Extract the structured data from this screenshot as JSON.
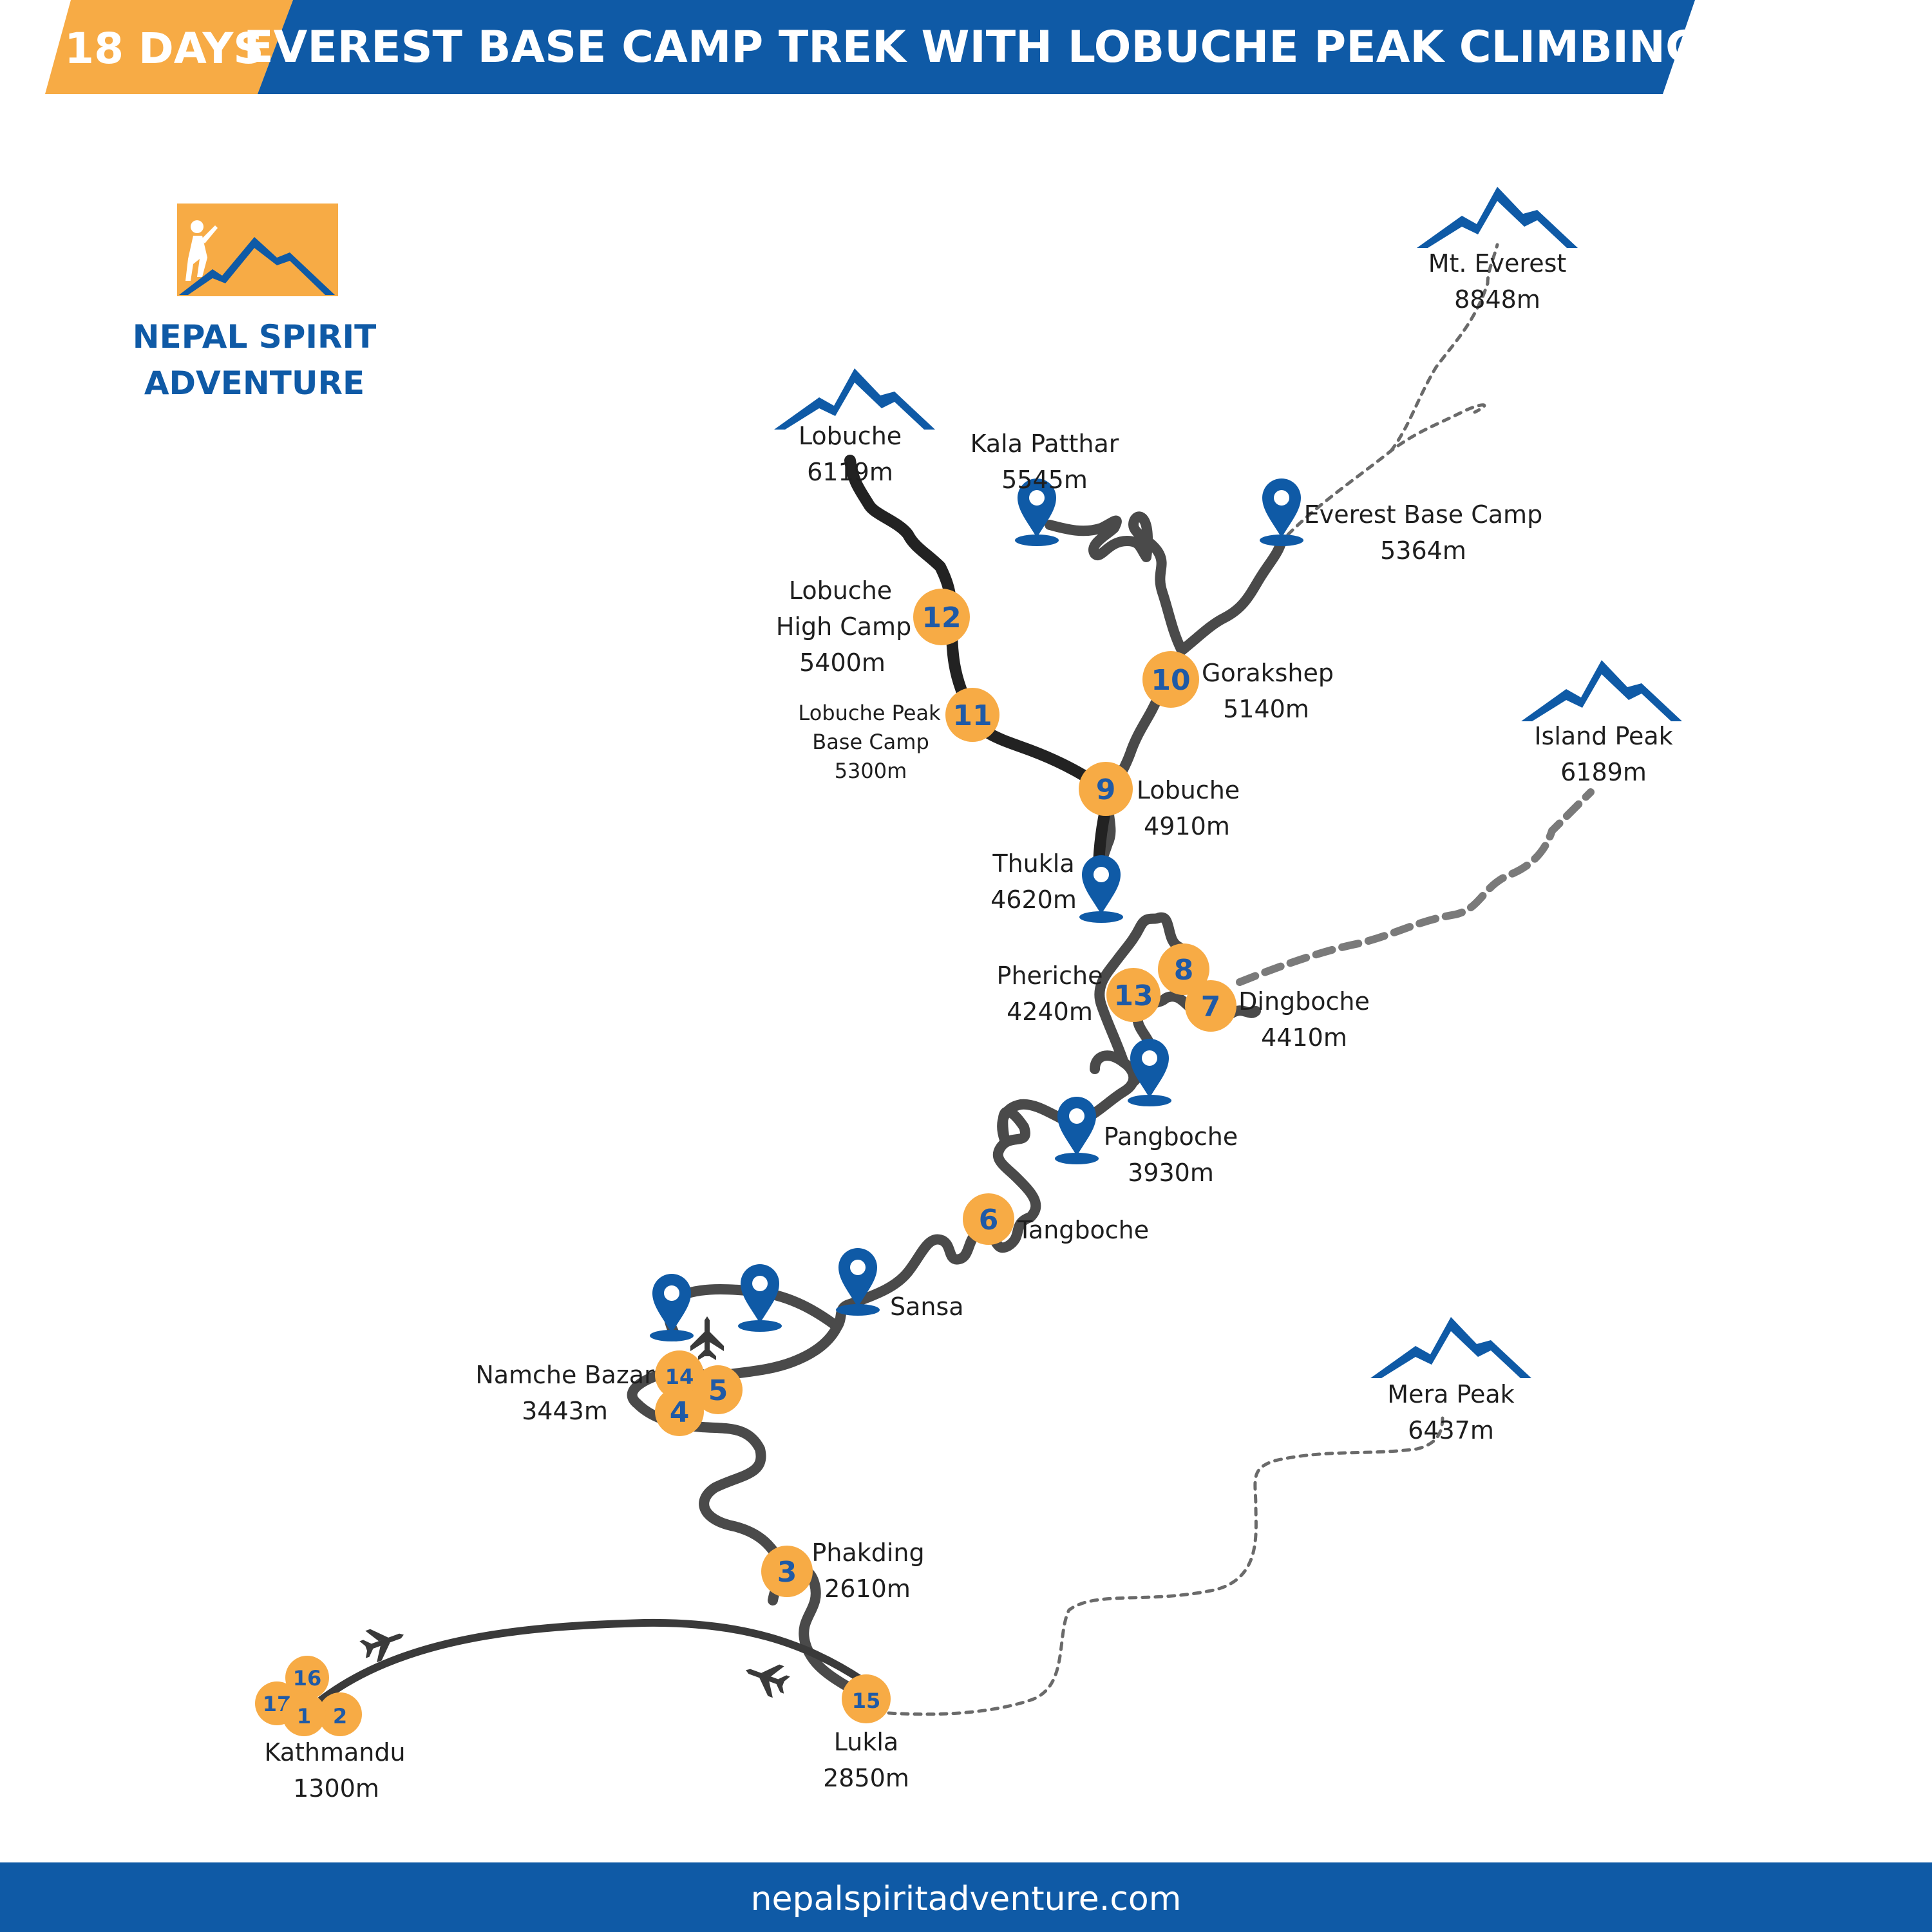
{
  "header": {
    "days_label": "18 DAYS",
    "title": "EVEREST BASE CAMP TREK WITH LOBUCHE PEAK CLIMBING"
  },
  "brand": {
    "line1": "NEPAL SPIRIT",
    "line2": "ADVENTURE"
  },
  "footer": {
    "url": "nepalspiritadventure.com"
  },
  "colors": {
    "brand_blue": "#0f5aa6",
    "accent_orange": "#f7ab45",
    "trail_grey": "#4a4a4a"
  },
  "peaks": [
    {
      "name": "Mt. Everest",
      "altitude": "8848m"
    },
    {
      "name": "Lobuche",
      "altitude": "6119m"
    },
    {
      "name": "Island Peak",
      "altitude": "6189m"
    },
    {
      "name": "Mera Peak",
      "altitude": "6437m"
    }
  ],
  "places": {
    "kala_patthar": {
      "name": "Kala Patthar",
      "altitude": "5545m"
    },
    "ebc": {
      "name": "Everest Base Camp",
      "altitude": "5364m"
    },
    "lobuche_high_camp": {
      "line1": "Lobuche",
      "line2": "High Camp",
      "altitude": "5400m"
    },
    "gorakshep": {
      "name": "Gorakshep",
      "altitude": "5140m"
    },
    "lobuche_peak_bc": {
      "line1": "Lobuche Peak",
      "line2": "Base Camp",
      "altitude": "5300m"
    },
    "lobuche_village": {
      "name": "Lobuche",
      "altitude": "4910m"
    },
    "thukla": {
      "name": "Thukla",
      "altitude": "4620m"
    },
    "pheriche": {
      "name": "Pheriche",
      "altitude": "4240m"
    },
    "dingboche": {
      "name": "Dingboche",
      "altitude": "4410m"
    },
    "pangboche": {
      "name": "Pangboche",
      "altitude": "3930m"
    },
    "tangboche": {
      "name": "Tangboche"
    },
    "sansa": {
      "name": "Sansa"
    },
    "namche": {
      "name": "Namche Bazar",
      "altitude": "3443m"
    },
    "phakding": {
      "name": "Phakding",
      "altitude": "2610m"
    },
    "lukla": {
      "name": "Lukla",
      "altitude": "2850m"
    },
    "kathmandu": {
      "name": "Kathmandu",
      "altitude": "1300m"
    }
  },
  "days": {
    "d1": "1",
    "d2": "2",
    "d3": "3",
    "d4": "4",
    "d5": "5",
    "d6": "6",
    "d7": "7",
    "d8": "8",
    "d9": "9",
    "d10": "10",
    "d11": "11",
    "d12": "12",
    "d13": "13",
    "d14": "14",
    "d15": "15",
    "d16": "16",
    "d17": "17"
  },
  "icons": {
    "location_pin": "location-pin-icon",
    "airplane": "airplane-icon",
    "mountain": "mountain-icon",
    "hiker_logo": "hiker-logo-icon"
  }
}
